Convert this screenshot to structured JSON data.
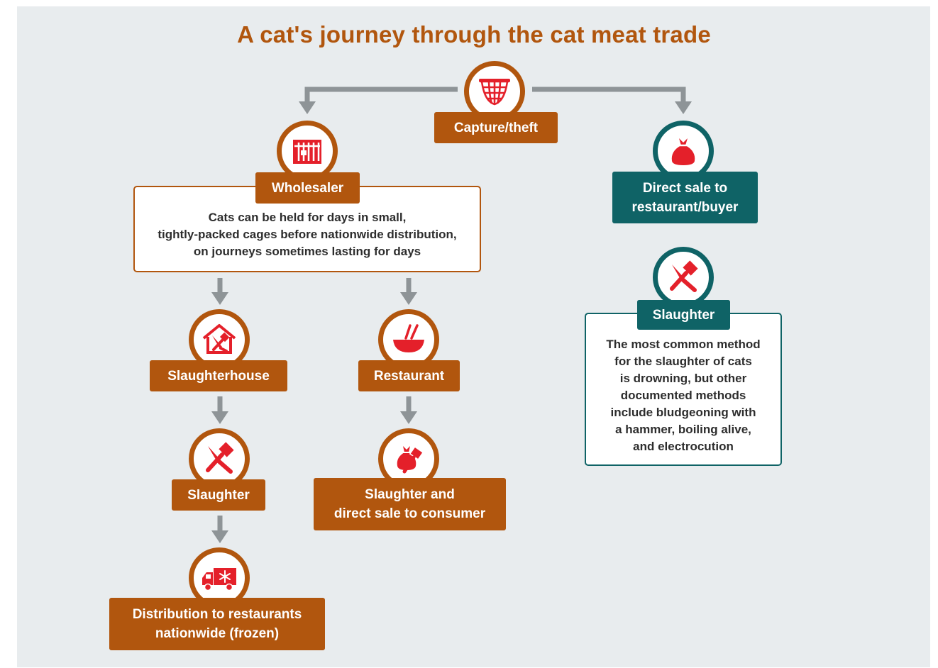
{
  "title": "A cat's journey through the cat meat trade",
  "colors": {
    "brown": "#b1560e",
    "teal": "#0f6366",
    "red": "#e4202a",
    "arrow": "#8e9497",
    "background": "#e8ecee"
  },
  "nodes": {
    "capture": {
      "label": "Capture/theft",
      "icon": "net-icon"
    },
    "wholesaler": {
      "label": "Wholesaler",
      "icon": "cage-icon",
      "desc_lines": [
        "Cats can be held for days in small,",
        "tightly-packed cages before nationwide distribution,",
        "on journeys sometimes lasting for days"
      ]
    },
    "direct_sale": {
      "label_lines": [
        "Direct sale to",
        "restaurant/buyer"
      ],
      "icon": "sack-icon"
    },
    "slaughter_right": {
      "label": "Slaughter",
      "icon": "knives-icon",
      "desc_lines": [
        "The most common method",
        "for the slaughter of cats",
        "is drowning, but other",
        "documented methods",
        "include bludgeoning with",
        "a hammer, boiling alive,",
        "and electrocution"
      ]
    },
    "slaughterhouse": {
      "label": "Slaughterhouse",
      "icon": "slaughterhouse-icon"
    },
    "restaurant": {
      "label": "Restaurant",
      "icon": "bowl-icon"
    },
    "slaughter_left": {
      "label": "Slaughter",
      "icon": "knives-icon"
    },
    "slaughter_sale": {
      "label_lines": [
        "Slaughter and",
        "direct sale to consumer"
      ],
      "icon": "knife-sack-icon"
    },
    "distribution": {
      "label_lines": [
        "Distribution to restaurants",
        "nationwide (frozen)"
      ],
      "icon": "truck-icon"
    }
  }
}
